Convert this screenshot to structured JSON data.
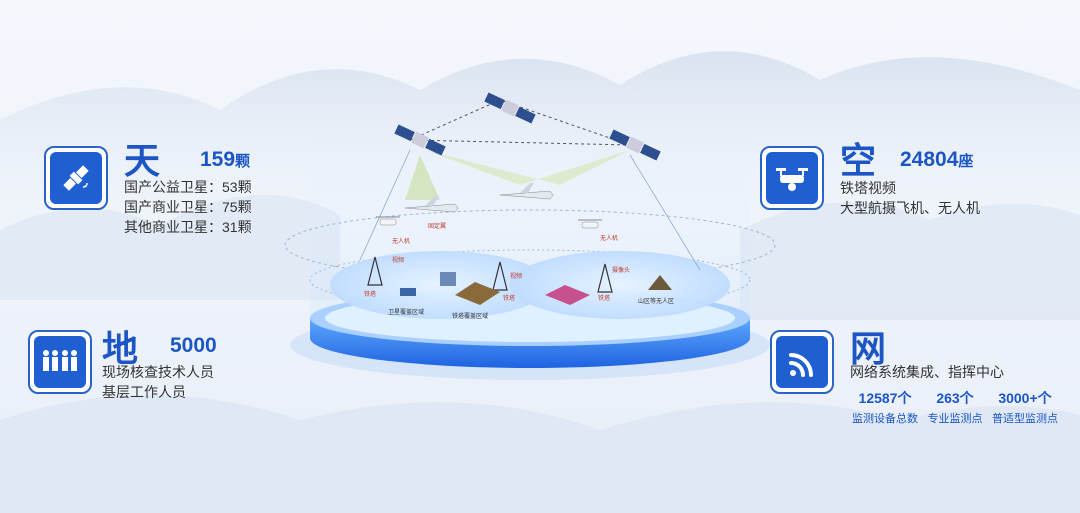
{
  "tian": {
    "char": "天",
    "count": "159",
    "unit": "颗",
    "lines": [
      "国产公益卫星：53颗",
      "国产商业卫星：75颗",
      "其他商业卫星：31颗"
    ]
  },
  "kong": {
    "char": "空",
    "count": "24804",
    "unit": "座",
    "lines": [
      "铁塔视频",
      "大型航摄飞机、无人机"
    ]
  },
  "di": {
    "char": "地",
    "count": "5000",
    "lines": [
      "现场核查技术人员",
      "基层工作人员"
    ]
  },
  "wang": {
    "char": "网",
    "line": "网络系统集成、指挥中心",
    "stats": [
      {
        "num": "12587个",
        "label": "监测设备总数"
      },
      {
        "num": "263个",
        "label": "专业监测点"
      },
      {
        "num": "3000+个",
        "label": "普适型监测点"
      }
    ]
  },
  "diagram": {
    "labels": {
      "drone_left": "无人机",
      "fixed_wing": "固定翼",
      "drone_right": "无人机",
      "video": "视频",
      "video2": "视频",
      "camera": "摄像头",
      "tower1": "铁塔",
      "tower2": "铁塔",
      "tower3": "铁塔",
      "sat_area": "卫星覆盖区域",
      "tower_area": "铁塔覆盖区域",
      "mountain_area": "山区等无人区"
    }
  },
  "colors": {
    "accent": "#1b56c4",
    "icon_bg": "#1f5fd1",
    "platform": "#2f7ff0"
  }
}
